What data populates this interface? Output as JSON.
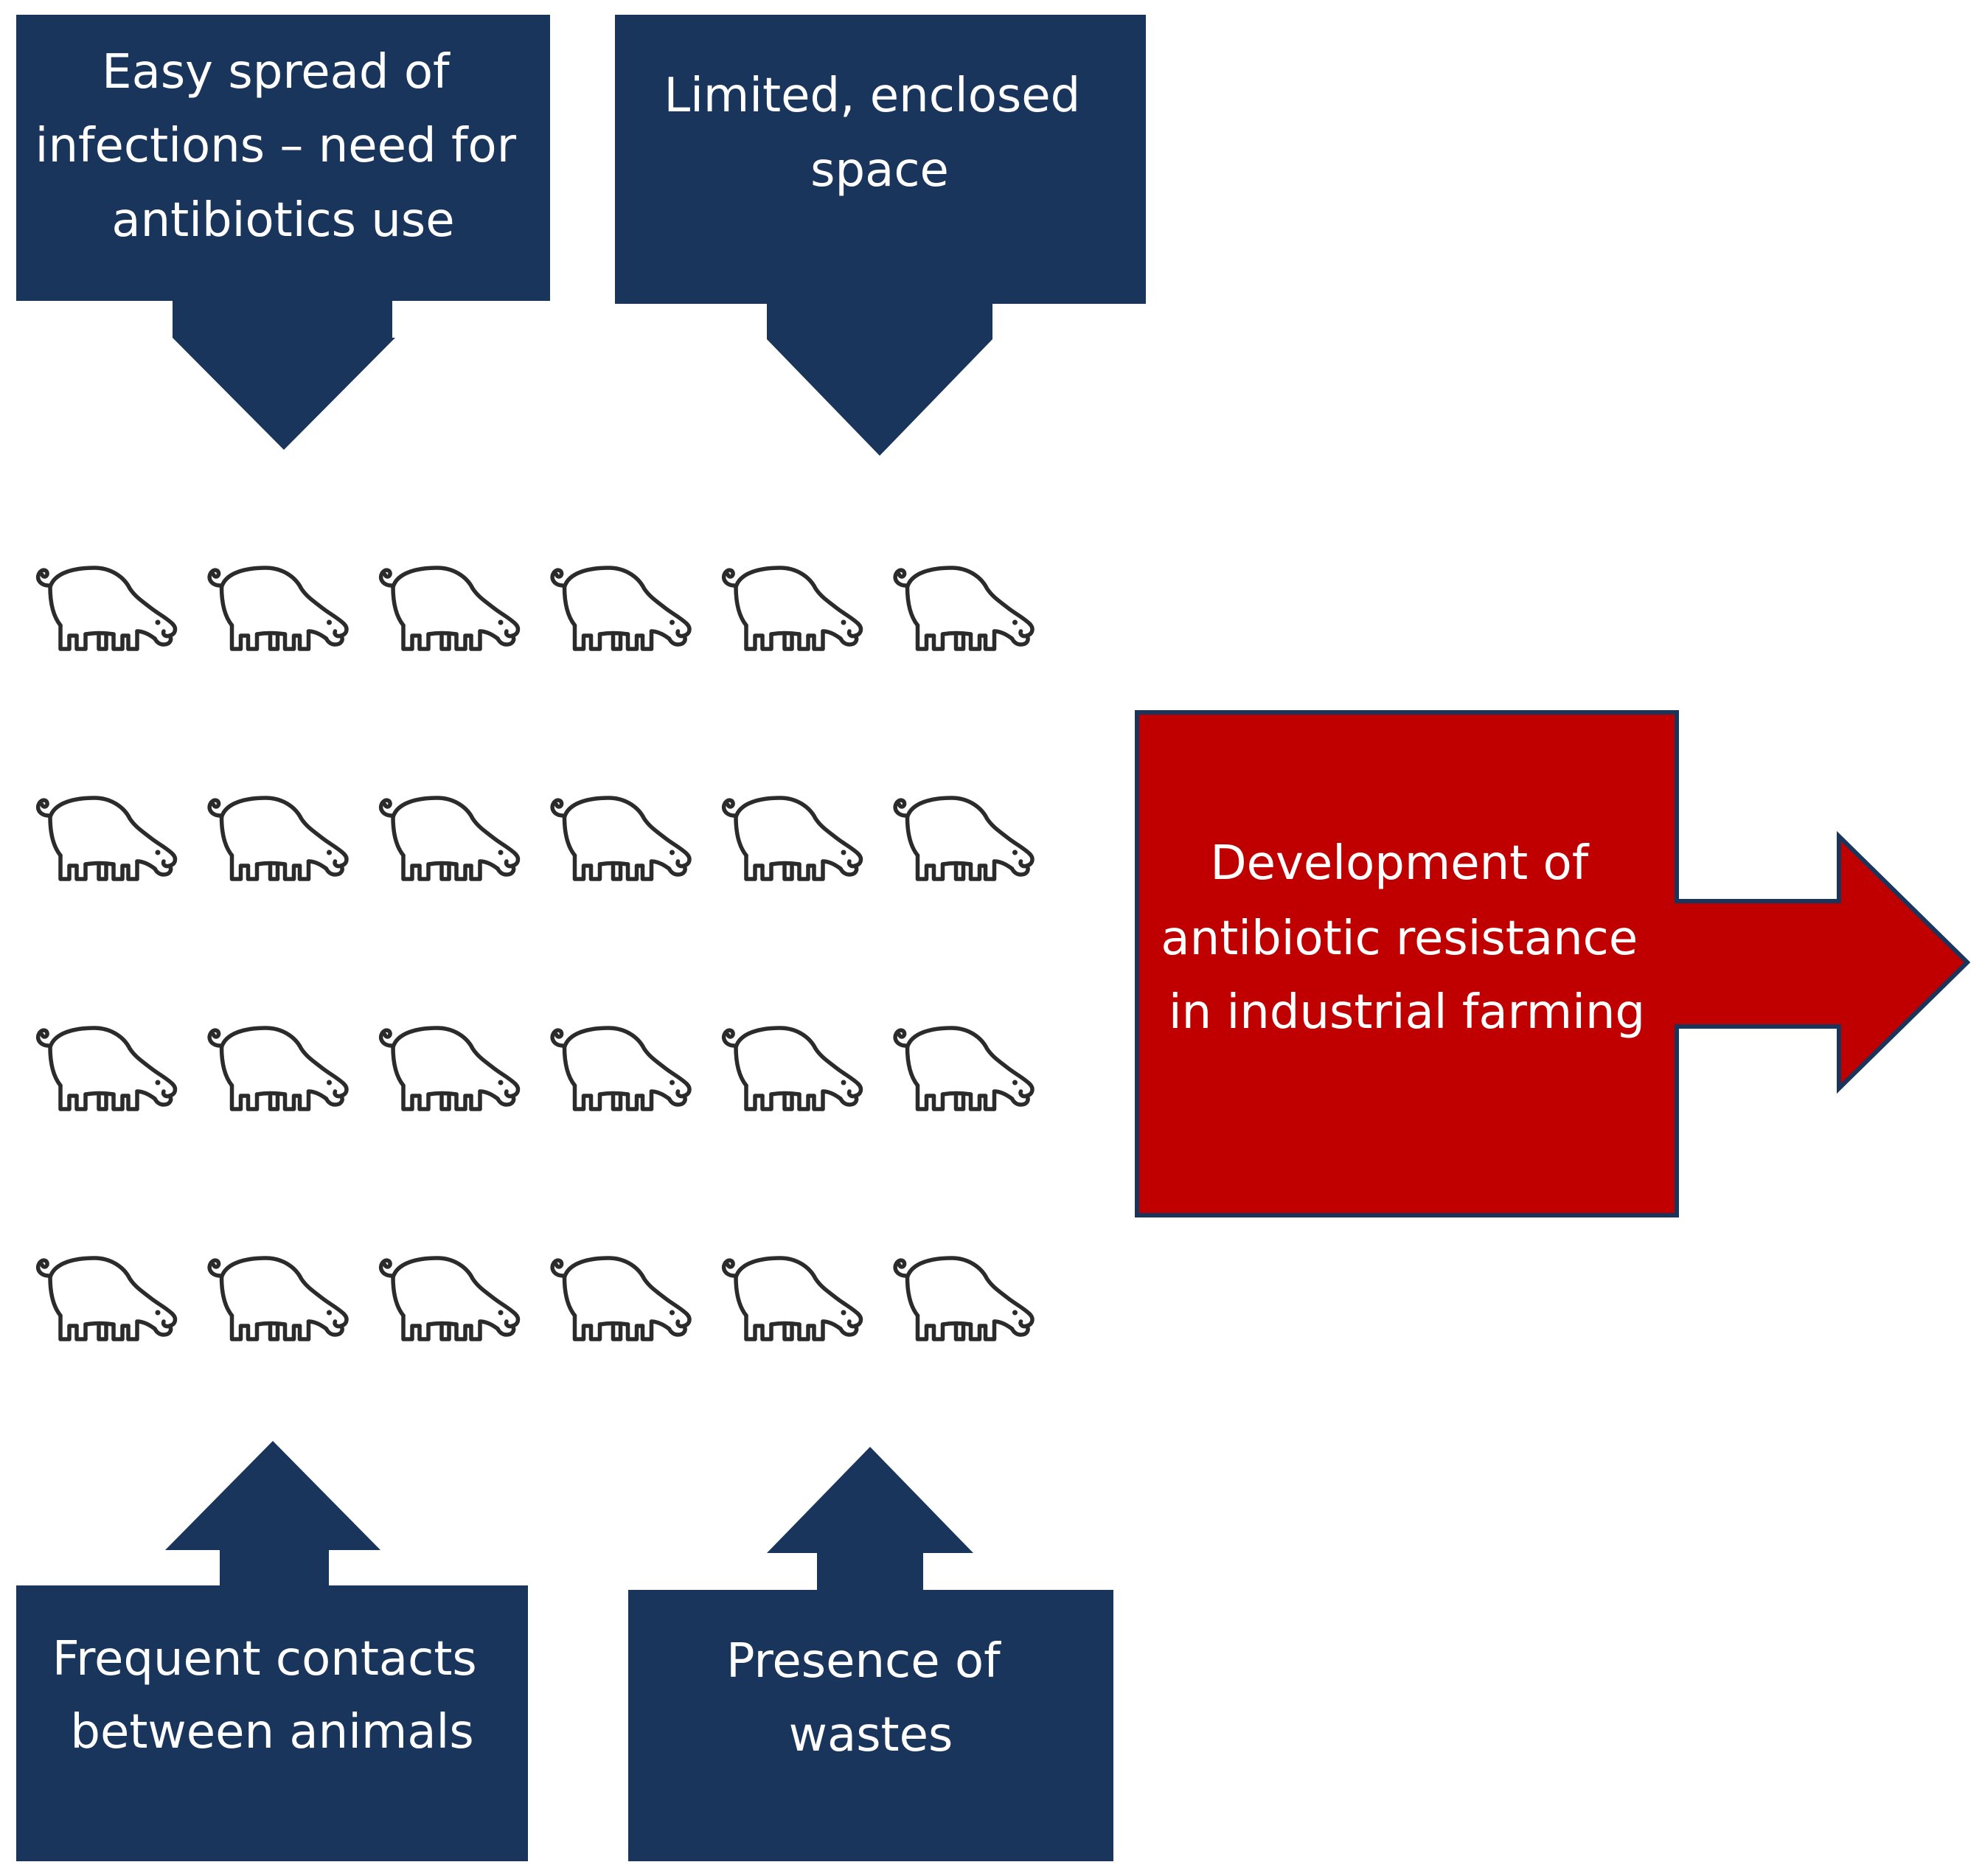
{
  "colors": {
    "navy": "#1a355c",
    "red": "#c00000",
    "red_border": "#1a355c",
    "pig_stroke": "#2b2b2b",
    "text": "#ffffff"
  },
  "boxes": {
    "top_left": {
      "lines": [
        "Easy spread of",
        "infections – need for",
        "antibiotics use"
      ]
    },
    "top_right": {
      "lines": [
        "Limited, enclosed",
        "space"
      ]
    },
    "bottom_left": {
      "lines": [
        "Frequent contacts",
        "between animals"
      ]
    },
    "bottom_right": {
      "lines": [
        "Presence of",
        "wastes"
      ]
    },
    "outcome": {
      "lines": [
        "Development of",
        "antibiotic resistance",
        "in industrial farming"
      ]
    }
  },
  "herd": {
    "icon": "pig-icon",
    "rows": 4,
    "columns": 6
  }
}
